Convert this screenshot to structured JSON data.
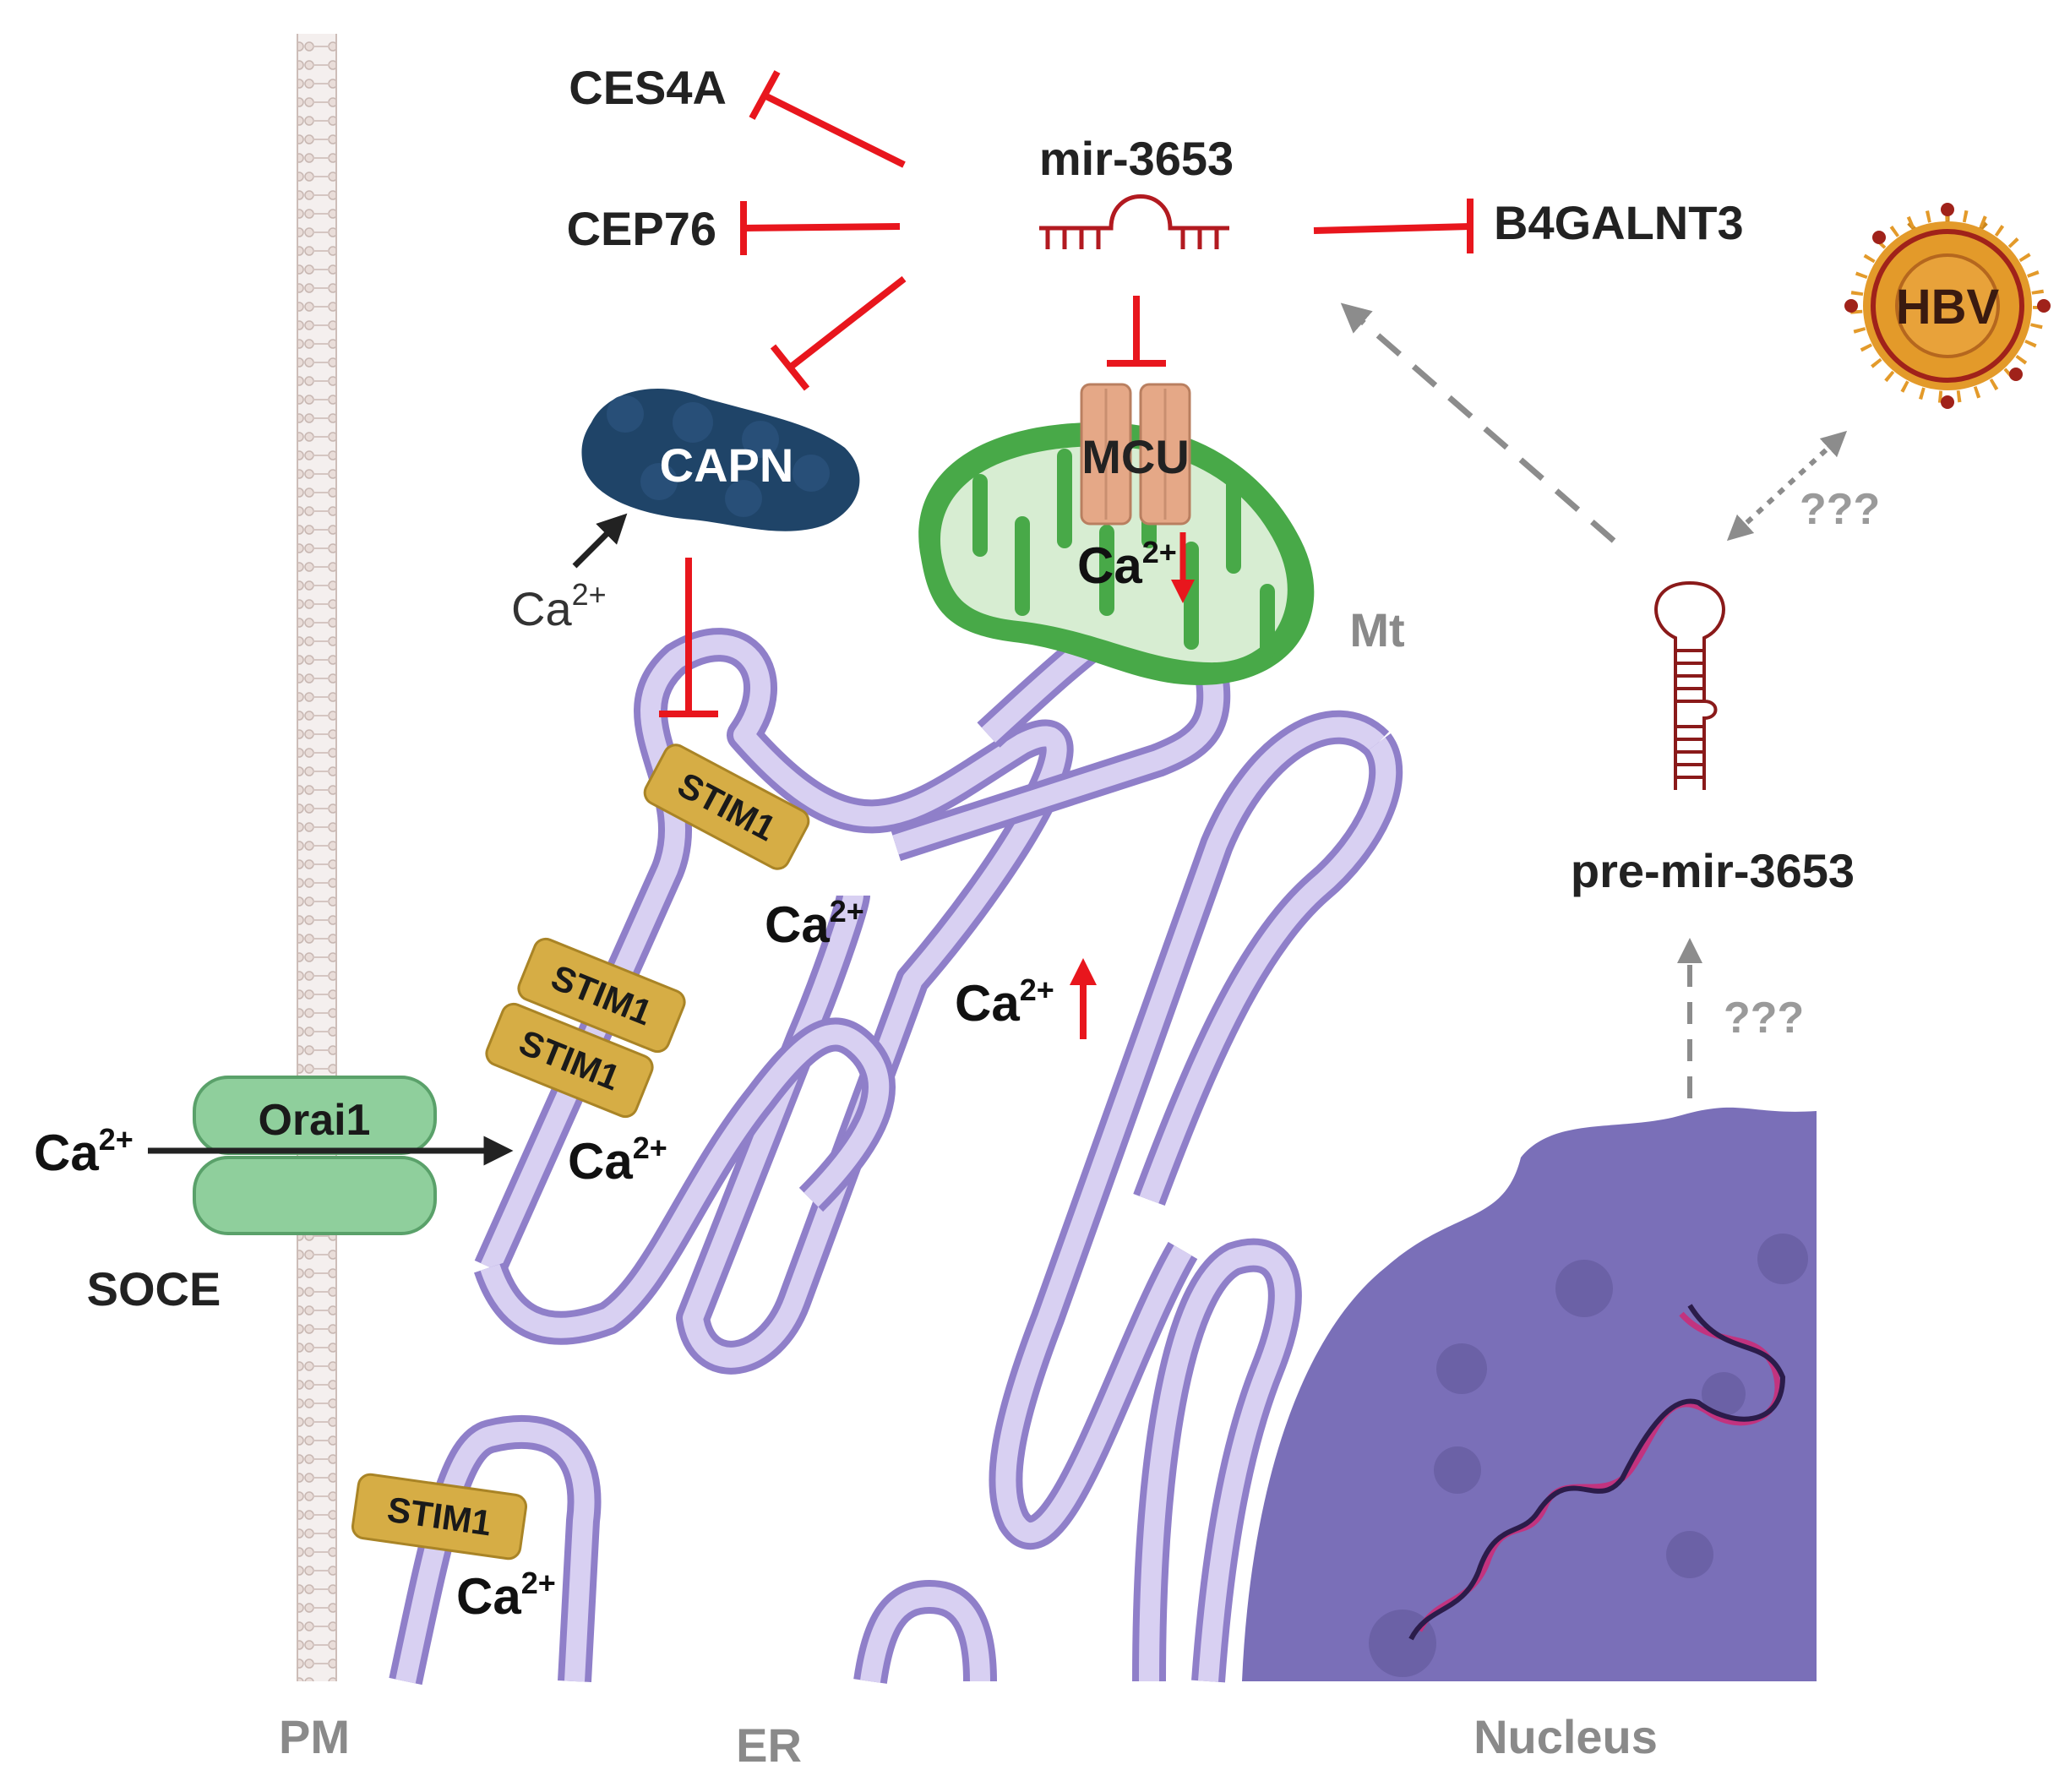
{
  "compartments": {
    "pm": "PM",
    "er": "ER",
    "nucleus": "Nucleus",
    "mt": "Mt"
  },
  "mirna": {
    "mature": "mir-3653",
    "precursor": "pre-mir-3653"
  },
  "targets": {
    "ces4a": "CES4A",
    "cep76": "CEP76",
    "b4galnt3": "B4GALNT3",
    "capn": "CAPN",
    "mcu": "MCU"
  },
  "channels": {
    "orai1": "Orai1",
    "stim1": "STIM1",
    "soce": "SOCE"
  },
  "ions": {
    "ca": "Ca",
    "ca_charge": "2+"
  },
  "virus": {
    "label": "HBV"
  },
  "unknown": {
    "mark": "???"
  },
  "colors": {
    "inhibition": "#e8161d",
    "activation": "#222222",
    "unknown_link": "#8c8c8c",
    "er_membrane": "#8f7fc9",
    "nucleus": "#7a6fb8",
    "mitochondrion": "#4aa84a",
    "capn": "#1f4468",
    "stim1": "#d6ad45",
    "orai1": "#8fcf9c",
    "mcu": "#e5a887",
    "mirna": "#b21a20",
    "hbv": "#e39a2a"
  }
}
